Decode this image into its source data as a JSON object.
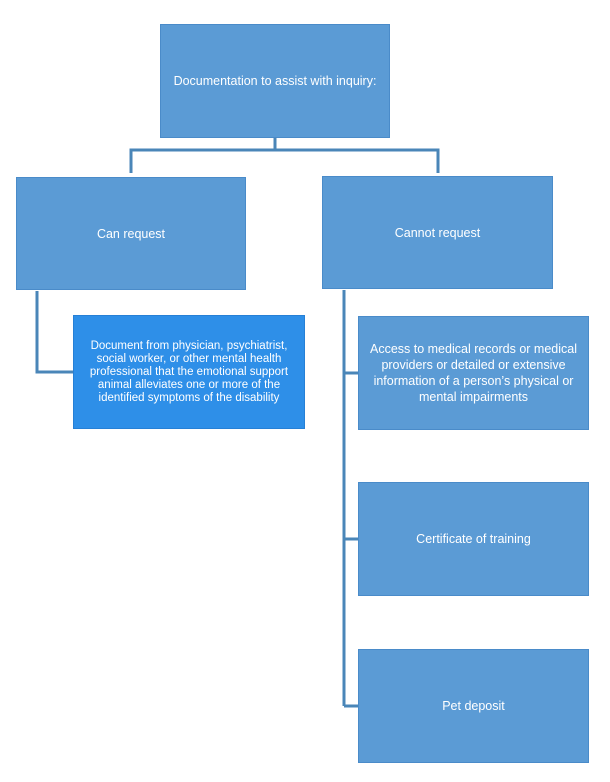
{
  "diagram": {
    "root": {
      "label": "Documentation to assist with inquiry:"
    },
    "branches": [
      {
        "label": "Can request",
        "children": [
          "Document from physician, psychiatrist, social worker, or other mental health professional that the emotional support animal alleviates one or more of the identified symptoms of the disability"
        ]
      },
      {
        "label": "Cannot request",
        "children": [
          "Access to medical records or medical providers or detailed or extensive information of a person’s physical or mental impairments",
          "Certificate of training",
          "Pet deposit"
        ]
      }
    ]
  },
  "colors": {
    "box_fill": "#5b9bd5",
    "highlight_fill": "#2e8fe8",
    "connector": "#4a86b8",
    "text": "#ffffff"
  }
}
